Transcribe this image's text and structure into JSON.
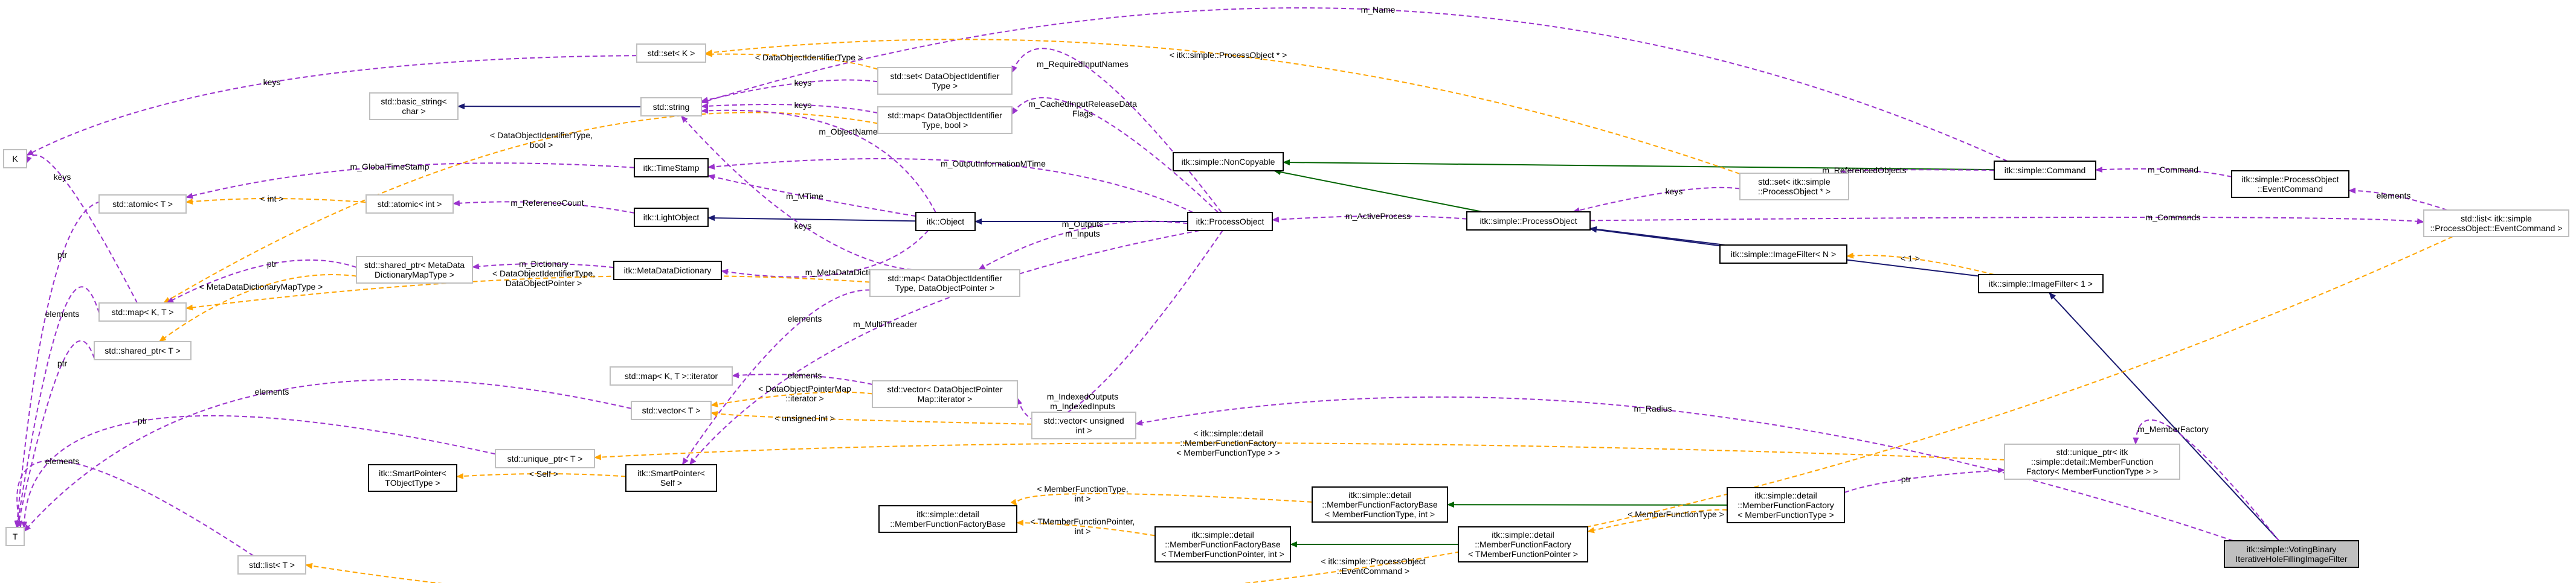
{
  "nodes": {
    "n_voting": [
      "itk::simple::VotingBinary",
      "IterativeHoleFillingImageFilter"
    ],
    "n_imagefilter1": [
      "itk::simple::ImageFilter< 1 >"
    ],
    "n_imagefilterN": [
      "itk::simple::ImageFilter< N >"
    ],
    "n_processobject": [
      "itk::simple::ProcessObject"
    ],
    "n_noncopyable": [
      "itk::simple::NonCopyable"
    ],
    "n_command": [
      "itk::simple::Command"
    ],
    "n_eventcommand": [
      "itk::simple::ProcessObject",
      "::EventCommand"
    ],
    "n_list_ec": [
      "std::list< itk::simple",
      "::ProcessObject::EventCommand >"
    ],
    "n_set_po": [
      "std::set< itk::simple",
      "::ProcessObject * >"
    ],
    "n_itk_po": [
      "itk::ProcessObject"
    ],
    "n_itk_object": [
      "itk::Object"
    ],
    "n_lightobject": [
      "itk::LightObject"
    ],
    "n_timestamp": [
      "itk::TimeStamp"
    ],
    "n_metadict": [
      "itk::MetaDataDictionary"
    ],
    "n_smartptr_self": [
      "itk::SmartPointer<",
      "Self >"
    ],
    "n_smartptr_T": [
      "itk::SmartPointer<",
      "TObjectType >"
    ],
    "n_string": [
      "std::string"
    ],
    "n_basic_string": [
      "std::basic_string<",
      "char >"
    ],
    "n_set_K": [
      "std::set< K >"
    ],
    "n_K": [
      "K"
    ],
    "n_T": [
      "T"
    ],
    "n_atomic_T": [
      "std::atomic< T >"
    ],
    "n_atomic_int": [
      "std::atomic< int >"
    ],
    "n_map_KT": [
      "std::map< K, T >"
    ],
    "n_shared_T": [
      "std::shared_ptr< T >"
    ],
    "n_shared_meta": [
      "std::shared_ptr< MetaData",
      "DictionaryMapType >"
    ],
    "n_set_doi": [
      "std::set< DataObjectIdentifier",
      "Type >"
    ],
    "n_map_doi_bool": [
      "std::map< DataObjectIdentifier",
      "Type, bool >"
    ],
    "n_map_doi_ptr": [
      "std::map< DataObjectIdentifier",
      "Type, DataObjectPointer >"
    ],
    "n_map_iter": [
      "std::map< K, T >::iterator"
    ],
    "n_vector_T": [
      "std::vector< T >"
    ],
    "n_vector_dop": [
      "std::vector< DataObjectPointer",
      "Map::iterator >"
    ],
    "n_vector_uint": [
      "std::vector< unsigned",
      "int >"
    ],
    "n_unique_T": [
      "std::unique_ptr< T >"
    ],
    "n_list_T": [
      "std::list< T >"
    ],
    "n_unique_mff": [
      "std::unique_ptr< itk",
      "::simple::detail::MemberFunction",
      "Factory< MemberFunctionType > >"
    ],
    "n_mff": [
      "itk::simple::detail",
      "::MemberFunctionFactory",
      "< MemberFunctionType >"
    ],
    "n_mffb_int": [
      "itk::simple::detail",
      "::MemberFunctionFactoryBase",
      "< MemberFunctionType, int >"
    ],
    "n_mffb": [
      "itk::simple::detail",
      "::MemberFunctionFactoryBase"
    ],
    "n_mffb_ptr": [
      "itk::simple::detail",
      "::MemberFunctionFactoryBase",
      "< TMemberFunctionPointer, int >"
    ],
    "n_mff_ptr": [
      "itk::simple::detail",
      "::MemberFunctionFactory",
      "< TMemberFunctionPointer >"
    ]
  },
  "edges": {
    "m_name": [
      "m_Name"
    ],
    "keys_setK": [
      "keys"
    ],
    "doi_type": [
      "< DataObjectIdentifierType >"
    ],
    "po_ptr": [
      "< itk::simple::ProcessObject * >"
    ],
    "keys_setdoi": [
      "keys"
    ],
    "keys_mapbool": [
      "keys"
    ],
    "m_required": [
      "m_RequiredInputNames"
    ],
    "m_cached": [
      "m_CachedInputReleaseData",
      "Flags"
    ],
    "doi_bool": [
      "< DataObjectIdentifierType,",
      "bool >"
    ],
    "m_objectname": [
      "m_ObjectName"
    ],
    "m_globalts": [
      "m_GlobalTimeStamp"
    ],
    "m_outinfo": [
      "m_OutputInformationMTime"
    ],
    "int_atomic": [
      "< int >"
    ],
    "m_refcount": [
      "m_ReferenceCount"
    ],
    "m_mtime": [
      "m_MTime"
    ],
    "keys_mapptr": [
      "keys"
    ],
    "keys_K": [
      "keys"
    ],
    "ptr_atomic": [
      "ptr"
    ],
    "ptr_shared_meta": [
      "ptr"
    ],
    "m_dictionary": [
      "m_Dictionary"
    ],
    "m_metadict": [
      "m_MetaDataDictionary"
    ],
    "doi_ptr": [
      "< DataObjectIdentifierType,",
      "DataObjectPointer >"
    ],
    "metamap": [
      "< MetaDataDictionaryMapType >"
    ],
    "elements_map": [
      "elements"
    ],
    "ptr_shared": [
      "ptr"
    ],
    "m_outputs": [
      "m_Outputs",
      "m_Inputs"
    ],
    "elements_smart": [
      "elements"
    ],
    "m_multithreader": [
      "m_MultiThreader"
    ],
    "self": [
      "< Self >"
    ],
    "m_activeprocess": [
      "m_ActiveProcess"
    ],
    "keys_setpo": [
      "keys"
    ],
    "m_refobjects": [
      "m_ReferencedObjects"
    ],
    "m_command": [
      "m_Command"
    ],
    "elements_list": [
      "elements"
    ],
    "m_commands": [
      "m_Commands"
    ],
    "one": [
      "< 1 >"
    ],
    "elements_vecT": [
      "elements"
    ],
    "elements_iter": [
      "elements"
    ],
    "dop_iter": [
      "< DataObjectPointerMap",
      "::iterator >"
    ],
    "uint": [
      "< unsigned int >"
    ],
    "m_indexed": [
      "m_IndexedOutputs",
      "m_IndexedInputs"
    ],
    "m_radius": [
      "m_Radius"
    ],
    "ptr_unique": [
      "ptr"
    ],
    "mff_int": [
      "< itk::simple::detail",
      "::MemberFunctionFactory",
      "< MemberFunctionType > >"
    ],
    "m_memberfactory": [
      "m_MemberFactory"
    ],
    "ptr_unique_mff": [
      "ptr"
    ],
    "mft_int": [
      "< MemberFunctionType,",
      "int >"
    ],
    "tmfp_int": [
      "< TMemberFunctionPointer,",
      "int >"
    ],
    "mft": [
      "< MemberFunctionType >"
    ],
    "elements_listT": [
      "elements"
    ],
    "ec_list": [
      "< itk::simple::ProcessObject",
      "::EventCommand >"
    ]
  },
  "colors": {
    "inheritance": "#191970",
    "public_inheritance": "#006400",
    "usage": "#9a32cd",
    "template": "#ffa500"
  }
}
